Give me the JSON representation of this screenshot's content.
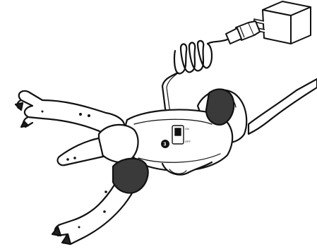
{
  "illustration": {
    "switch_on_label": "ON",
    "switch_off_label": "OFF",
    "port_number": "3"
  },
  "colors": {
    "outline": "#111111",
    "fill": "#ffffff",
    "shadow": "#3a3a3a"
  },
  "icons": [
    "wall-adapter-icon",
    "usb-plug-icon",
    "coiled-cable-icon",
    "robot-dog-toy-icon",
    "power-switch-icon"
  ]
}
